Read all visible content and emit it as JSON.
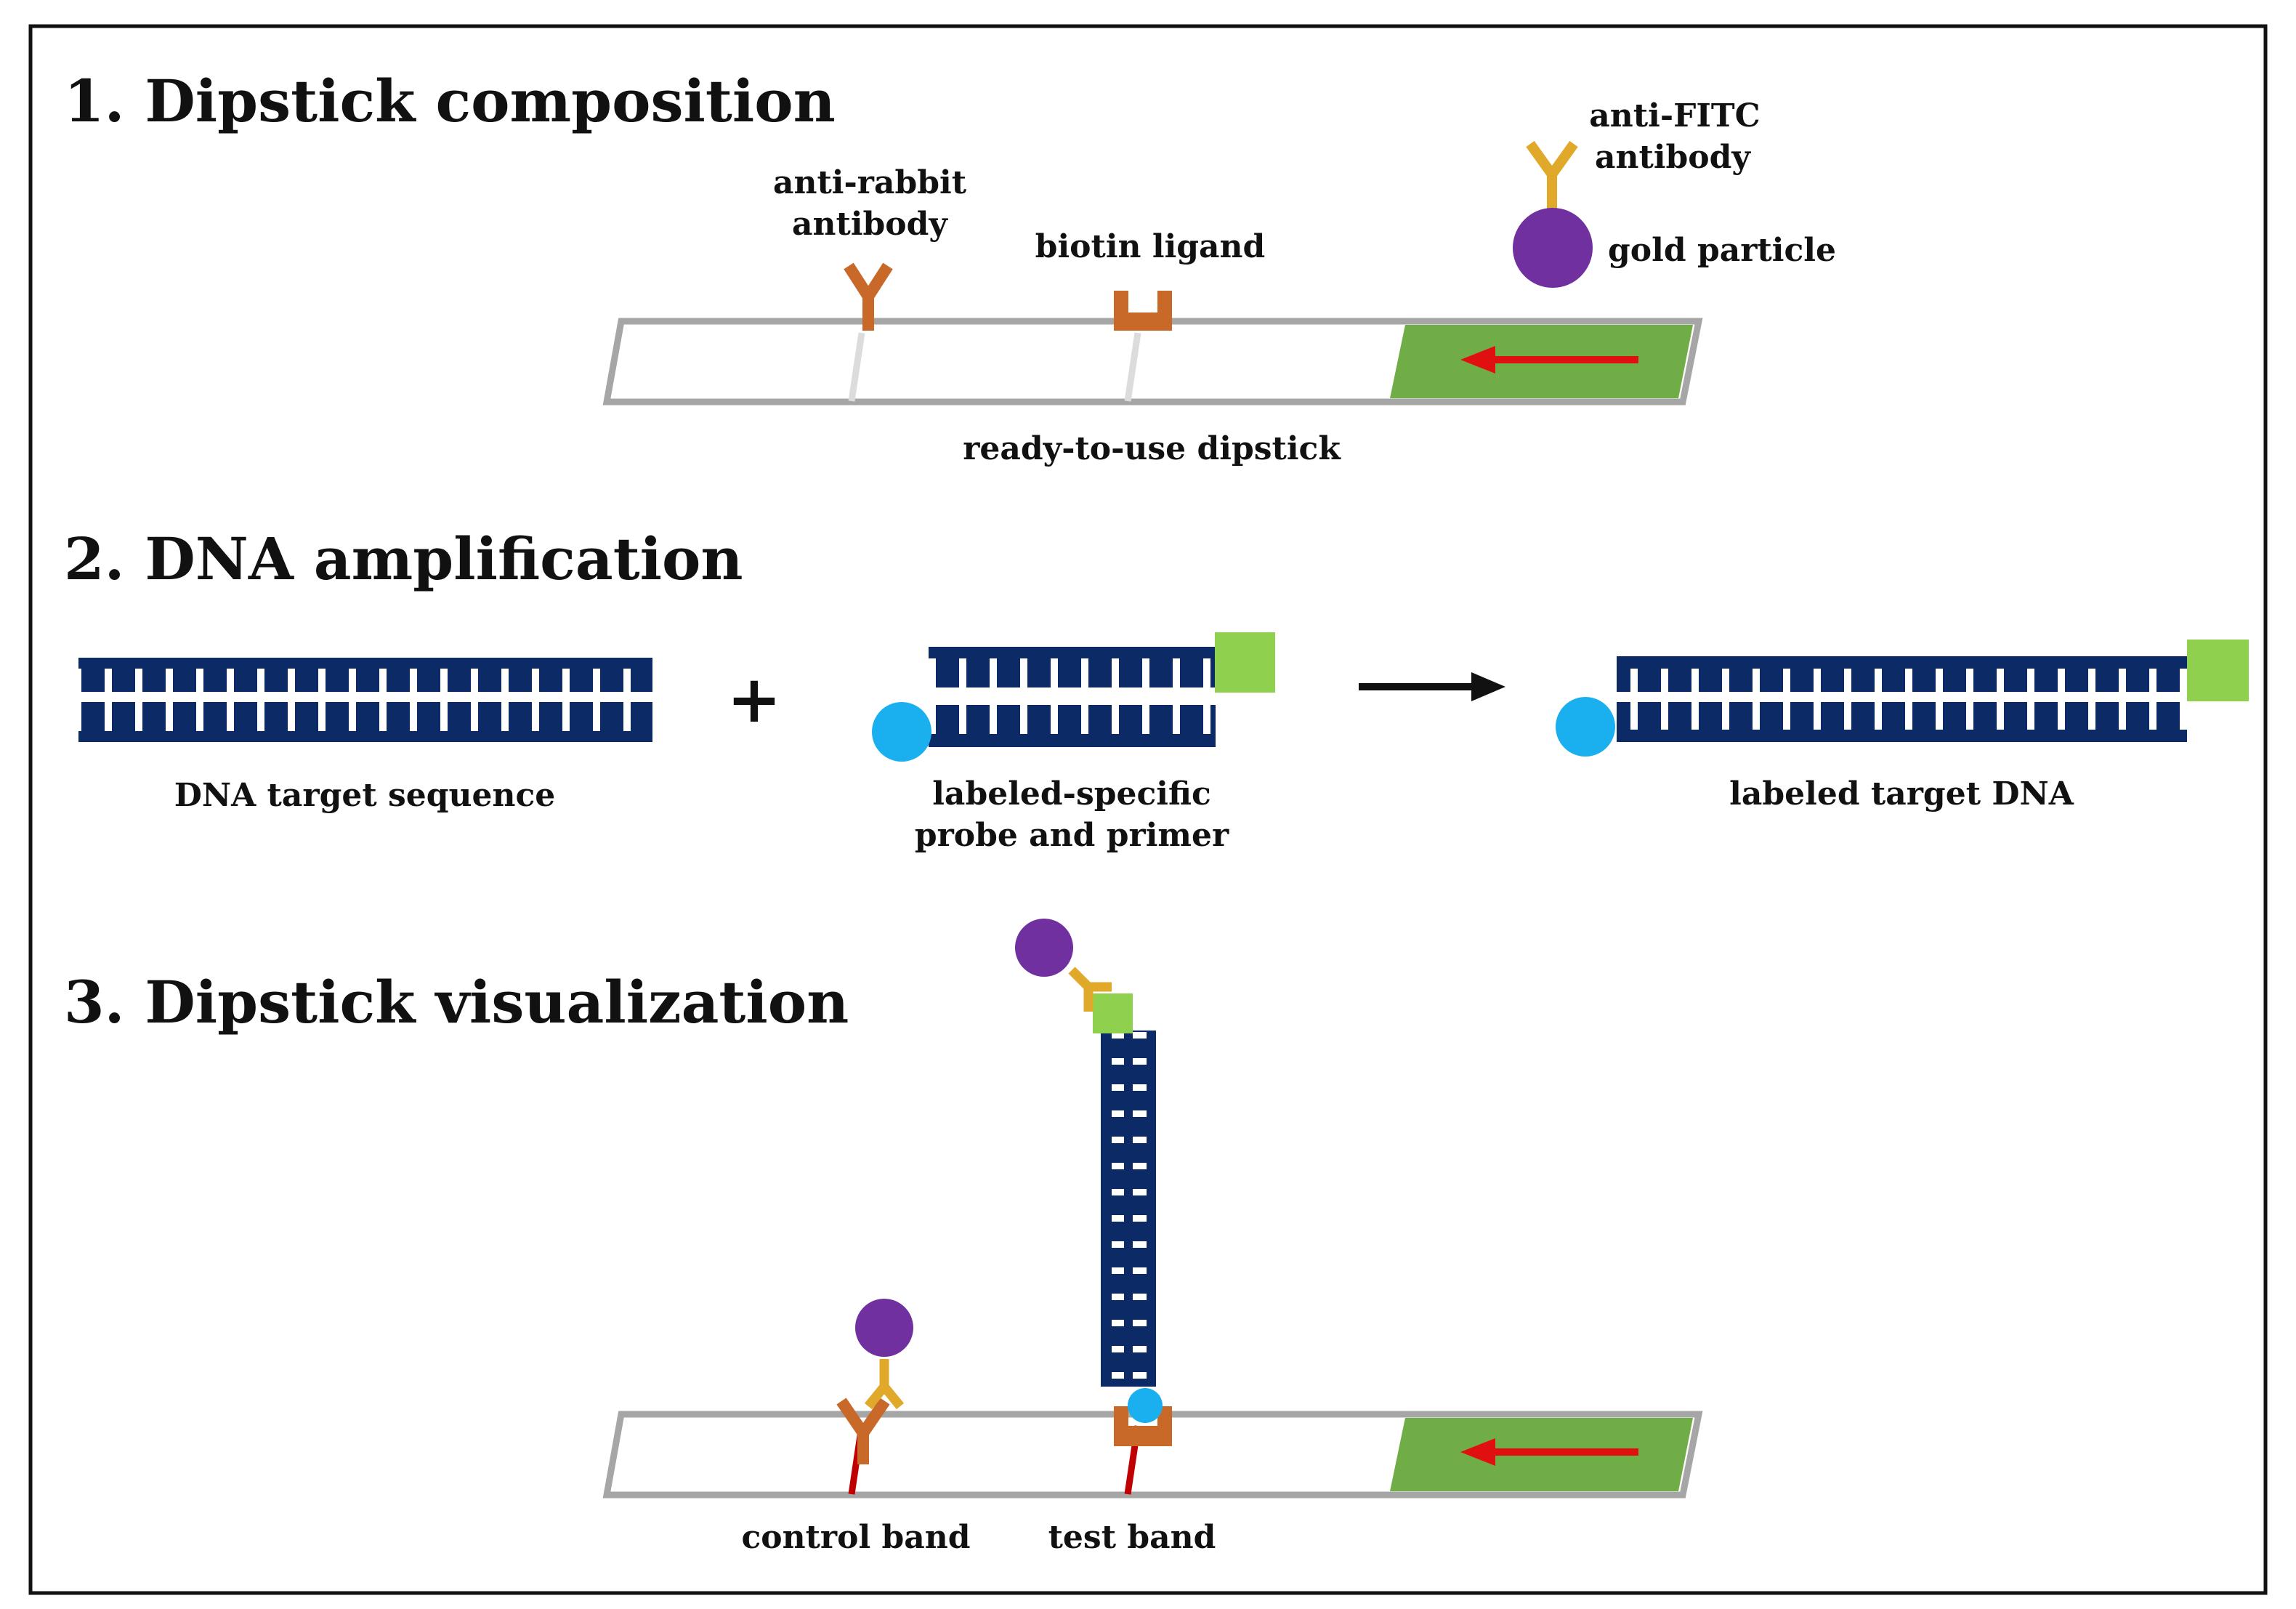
{
  "sections": {
    "composition": {
      "title": "1. Dipstick composition"
    },
    "amplification": {
      "title": "2. DNA amplification"
    },
    "visualization": {
      "title": "3. Dipstick visualization"
    }
  },
  "labels": {
    "anti_rabbit_line1": "anti-rabbit",
    "anti_rabbit_line2": "antibody",
    "biotin_ligand": "biotin ligand",
    "anti_fitc_line1": "anti-FITC",
    "anti_fitc_line2": "antibody",
    "gold_particle": "gold particle",
    "ready_dipstick": "ready-to-use dipstick",
    "dna_target": "DNA target sequence",
    "plus": "+",
    "probe_line1": "labeled-specific",
    "probe_line2": "probe and primer",
    "labeled_target": "labeled target DNA",
    "control_band": "control band",
    "test_band": "test band"
  },
  "colors": {
    "dna": "#0b2a66",
    "dna_rung": "#ffffff",
    "antibody_rabbit": "#c8692a",
    "antibody_fitc": "#e0a92a",
    "gold": "#7030a0",
    "fitc_label": "#8fd14f",
    "biotin_label": "#1ab0ef",
    "pad": "#70ad47",
    "flow_arrow": "#e01010",
    "band": "#c00000",
    "strip_border": "#a6a6a6",
    "frame": "#111111"
  },
  "icons": [
    "antibody-icon",
    "biotin-ligand-icon",
    "gold-particle-icon",
    "fitc-label-icon",
    "biotin-label-icon",
    "flow-arrow-icon",
    "reaction-arrow-icon"
  ]
}
